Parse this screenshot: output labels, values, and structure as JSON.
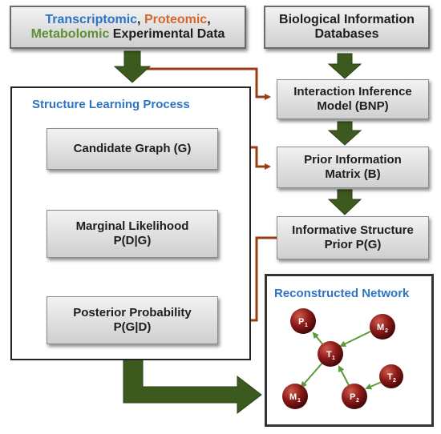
{
  "experimental": {
    "part1": "Transcriptomic",
    "comma1": ", ",
    "part2": "Proteomic",
    "comma2": ",",
    "part3": "Metabolomic",
    "part4": " Experimental Data"
  },
  "databases": {
    "line1": "Biological Information",
    "line2": "Databases"
  },
  "structure_learning": {
    "title": "Structure Learning Process"
  },
  "candidate": {
    "label": "Candidate Graph (G)"
  },
  "marginal": {
    "line1": "Marginal Likelihood",
    "line2": "P(D|G)"
  },
  "posterior": {
    "line1": "Posterior Probability",
    "line2": "P(G|D)"
  },
  "interaction": {
    "line1": "Interaction Inference",
    "line2": "Model (BNP)"
  },
  "prior_matrix": {
    "line1": "Prior Information",
    "line2": "Matrix (B)"
  },
  "informative": {
    "line1": "Informative Structure",
    "line2": "Prior P(G)"
  },
  "network": {
    "title": "Reconstructed Network",
    "nodes": [
      {
        "letter": "P",
        "sub": "1"
      },
      {
        "letter": "M",
        "sub": "2"
      },
      {
        "letter": "T",
        "sub": "1"
      },
      {
        "letter": "T",
        "sub": "2"
      },
      {
        "letter": "M",
        "sub": "1"
      },
      {
        "letter": "P",
        "sub": "2"
      }
    ]
  },
  "colors": {
    "green_arrow": "#3d5a1e",
    "brown_arrow": "#9a3c14",
    "node_fill": "#8b1a1a",
    "edge": "#5b9a3a",
    "title_blue": "#2e74c4"
  }
}
